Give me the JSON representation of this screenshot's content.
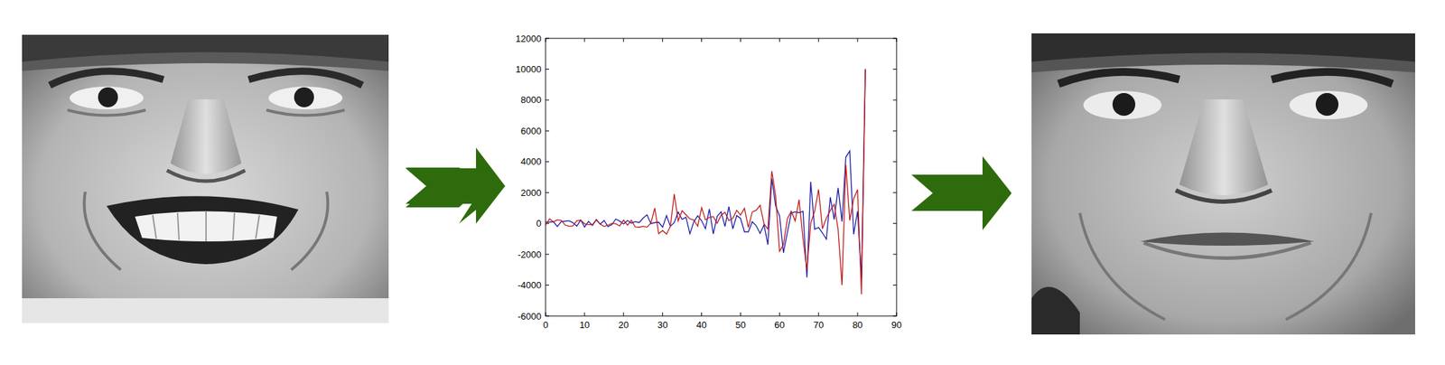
{
  "diagram": {
    "labels": [
      "12000",
      "10000",
      "8000",
      "6000",
      "4000",
      "2000",
      "0",
      "-2000",
      "-4000",
      "-6000",
      "0",
      "10",
      "20",
      "30",
      "40",
      "50",
      "60",
      "70",
      "80",
      "90"
    ]
  }
}
